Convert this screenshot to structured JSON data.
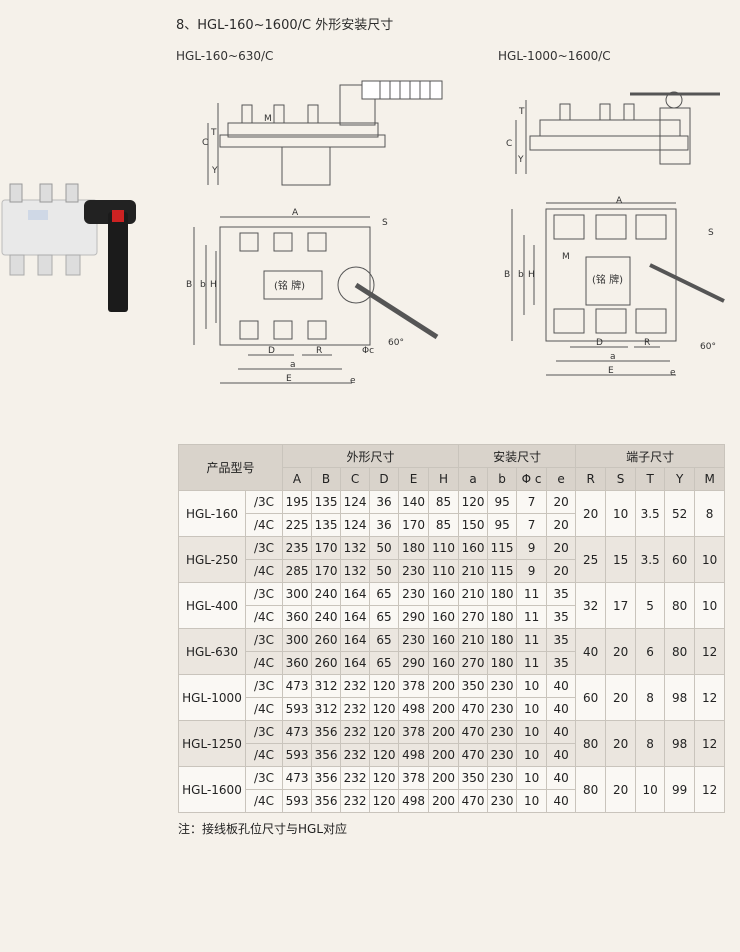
{
  "section_title": "8、HGL-160~1600/C 外形安装尺寸",
  "diagram_left_title": "HGL-160~630/C",
  "diagram_right_title": "HGL-1000~1600/C",
  "diagram_labels": {
    "nameplate": "(铭 牌)",
    "angle": "60°",
    "dims": [
      "A",
      "B",
      "b",
      "H",
      "D",
      "R",
      "S",
      "T",
      "C",
      "Y",
      "M",
      "a",
      "E",
      "e",
      "Φc"
    ]
  },
  "table": {
    "header_model": "产品型号",
    "group_dimensions": "外形尺寸",
    "group_mounting": "安装尺寸",
    "group_terminal": "端子尺寸",
    "columns": [
      "A",
      "B",
      "C",
      "D",
      "E",
      "H",
      "a",
      "b",
      "Φ c",
      "e",
      "R",
      "S",
      "T",
      "Y",
      "M"
    ],
    "models": [
      {
        "name": "HGL-160",
        "rows": [
          {
            "pole": "/3C",
            "vals": [
              "195",
              "135",
              "124",
              "36",
              "140",
              "85",
              "120",
              "95",
              "7",
              "20"
            ]
          },
          {
            "pole": "/4C",
            "vals": [
              "225",
              "135",
              "124",
              "36",
              "170",
              "85",
              "150",
              "95",
              "7",
              "20"
            ]
          }
        ],
        "terminal": [
          "20",
          "10",
          "3.5",
          "52",
          "8"
        ]
      },
      {
        "name": "HGL-250",
        "rows": [
          {
            "pole": "/3C",
            "vals": [
              "235",
              "170",
              "132",
              "50",
              "180",
              "110",
              "160",
              "115",
              "9",
              "20"
            ]
          },
          {
            "pole": "/4C",
            "vals": [
              "285",
              "170",
              "132",
              "50",
              "230",
              "110",
              "210",
              "115",
              "9",
              "20"
            ]
          }
        ],
        "terminal": [
          "25",
          "15",
          "3.5",
          "60",
          "10"
        ]
      },
      {
        "name": "HGL-400",
        "rows": [
          {
            "pole": "/3C",
            "vals": [
              "300",
              "240",
              "164",
              "65",
              "230",
              "160",
              "210",
              "180",
              "11",
              "35"
            ]
          },
          {
            "pole": "/4C",
            "vals": [
              "360",
              "240",
              "164",
              "65",
              "290",
              "160",
              "270",
              "180",
              "11",
              "35"
            ]
          }
        ],
        "terminal": [
          "32",
          "17",
          "5",
          "80",
          "10"
        ]
      },
      {
        "name": "HGL-630",
        "rows": [
          {
            "pole": "/3C",
            "vals": [
              "300",
              "260",
              "164",
              "65",
              "230",
              "160",
              "210",
              "180",
              "11",
              "35"
            ]
          },
          {
            "pole": "/4C",
            "vals": [
              "360",
              "260",
              "164",
              "65",
              "290",
              "160",
              "270",
              "180",
              "11",
              "35"
            ]
          }
        ],
        "terminal": [
          "40",
          "20",
          "6",
          "80",
          "12"
        ]
      },
      {
        "name": "HGL-1000",
        "rows": [
          {
            "pole": "/3C",
            "vals": [
              "473",
              "312",
              "232",
              "120",
              "378",
              "200",
              "350",
              "230",
              "10",
              "40"
            ]
          },
          {
            "pole": "/4C",
            "vals": [
              "593",
              "312",
              "232",
              "120",
              "498",
              "200",
              "470",
              "230",
              "10",
              "40"
            ]
          }
        ],
        "terminal": [
          "60",
          "20",
          "8",
          "98",
          "12"
        ]
      },
      {
        "name": "HGL-1250",
        "rows": [
          {
            "pole": "/3C",
            "vals": [
              "473",
              "356",
              "232",
              "120",
              "378",
              "200",
              "470",
              "230",
              "10",
              "40"
            ]
          },
          {
            "pole": "/4C",
            "vals": [
              "593",
              "356",
              "232",
              "120",
              "498",
              "200",
              "470",
              "230",
              "10",
              "40"
            ]
          }
        ],
        "terminal": [
          "80",
          "20",
          "8",
          "98",
          "12"
        ]
      },
      {
        "name": "HGL-1600",
        "rows": [
          {
            "pole": "/3C",
            "vals": [
              "473",
              "356",
              "232",
              "120",
              "378",
              "200",
              "350",
              "230",
              "10",
              "40"
            ]
          },
          {
            "pole": "/4C",
            "vals": [
              "593",
              "356",
              "232",
              "120",
              "498",
              "200",
              "470",
              "230",
              "10",
              "40"
            ]
          }
        ],
        "terminal": [
          "80",
          "20",
          "10",
          "99",
          "12"
        ]
      }
    ]
  },
  "note": "注：接线板孔位尺寸与HGL对应"
}
